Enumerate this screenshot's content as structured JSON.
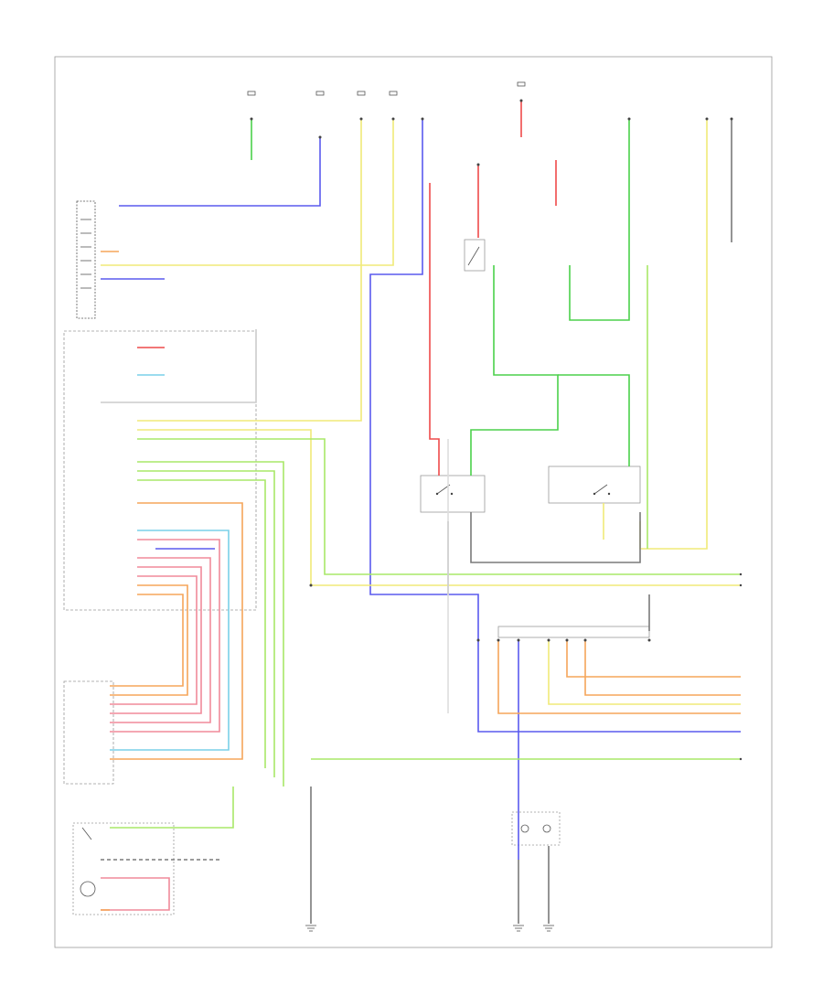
{
  "diagram": {
    "border_color": "#9a9a9a",
    "wire_colors": {
      "green": "#4bd14b",
      "light_green": "#a8e868",
      "yellow": "#f0ea78",
      "orange": "#f5a55a",
      "blue": "#5a5aee",
      "red": "#ee4a4a",
      "pink": "#f08a9a",
      "gray": "#7a7a7a",
      "light_blue": "#7ad0e8",
      "black": "#333333"
    },
    "components": [
      {
        "id": "body-control-module",
        "icon": "module-block-icon"
      },
      {
        "id": "combination-meter",
        "icon": "module-block-icon"
      },
      {
        "id": "stop-lamp-switch",
        "icon": "switch-icon"
      },
      {
        "id": "brake-pedal-position-switch",
        "icon": "switch-icon"
      },
      {
        "id": "joint-connector",
        "icon": "connector-icon"
      },
      {
        "id": "turn-signal-lamps",
        "icon": "lamp-icon"
      },
      {
        "id": "hazard-switch",
        "icon": "switch-icon"
      },
      {
        "id": "combination-switch",
        "icon": "switch-icon"
      },
      {
        "id": "ground-points",
        "icon": "ground-icon"
      }
    ]
  }
}
